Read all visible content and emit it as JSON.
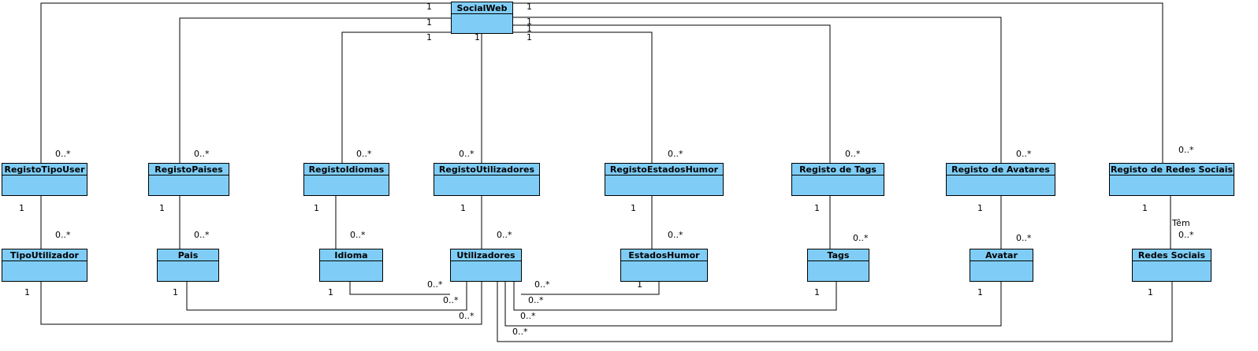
{
  "diagram": {
    "type": "uml-class-diagram",
    "colors": {
      "class_fill": "#7fcdf6",
      "line": "#000000",
      "background": "#ffffff"
    },
    "classes": {
      "socialweb": "SocialWeb",
      "registo_tipo_user": "RegistoTipoUser",
      "registo_paises": "RegistoPaises",
      "registo_idiomas": "RegistoIdiomas",
      "registo_utilizadores": "RegistoUtilizadores",
      "registo_estados_humor": "RegistoEstadosHumor",
      "registo_tags": "Registo de Tags",
      "registo_avatares": "Registo de Avatares",
      "registo_redes_sociais": "Registo de Redes Sociais",
      "tipo_utilizador": "TipoUtilizador",
      "pais": "Pais",
      "idioma": "Idioma",
      "utilizadores": "Utilizadores",
      "estados_humor": "EstadosHumor",
      "tags": "Tags",
      "avatar": "Avatar",
      "redes_sociais": "Redes Sociais"
    },
    "associations": [
      {
        "from": "socialweb",
        "to": "registo_tipo_user",
        "from_mult": "1",
        "to_mult": "0..*"
      },
      {
        "from": "socialweb",
        "to": "registo_paises",
        "from_mult": "1",
        "to_mult": "0..*"
      },
      {
        "from": "socialweb",
        "to": "registo_idiomas",
        "from_mult": "1",
        "to_mult": "0..*"
      },
      {
        "from": "socialweb",
        "to": "registo_utilizadores",
        "from_mult": "1",
        "to_mult": "0..*"
      },
      {
        "from": "socialweb",
        "to": "registo_estados_humor",
        "from_mult": "1",
        "to_mult": "0..*"
      },
      {
        "from": "socialweb",
        "to": "registo_tags",
        "from_mult": "1",
        "to_mult": "0..*"
      },
      {
        "from": "socialweb",
        "to": "registo_avatares",
        "from_mult": "1",
        "to_mult": "0..*"
      },
      {
        "from": "socialweb",
        "to": "registo_redes_sociais",
        "from_mult": "1",
        "to_mult": "0..*"
      },
      {
        "from": "registo_tipo_user",
        "to": "tipo_utilizador",
        "from_mult": "1",
        "to_mult": "0..*"
      },
      {
        "from": "registo_paises",
        "to": "pais",
        "from_mult": "1",
        "to_mult": "0..*"
      },
      {
        "from": "registo_idiomas",
        "to": "idioma",
        "from_mult": "1",
        "to_mult": "0..*"
      },
      {
        "from": "registo_utilizadores",
        "to": "utilizadores",
        "from_mult": "1",
        "to_mult": "0..*"
      },
      {
        "from": "registo_estados_humor",
        "to": "estados_humor",
        "from_mult": "1",
        "to_mult": "0..*"
      },
      {
        "from": "registo_tags",
        "to": "tags",
        "from_mult": "1",
        "to_mult": "0..*"
      },
      {
        "from": "registo_avatares",
        "to": "avatar",
        "from_mult": "1",
        "to_mult": "0..*"
      },
      {
        "from": "registo_redes_sociais",
        "to": "redes_sociais",
        "from_mult": "1",
        "to_mult": "0..*",
        "label": "Têm"
      },
      {
        "from": "idioma",
        "to": "utilizadores",
        "from_mult": "1",
        "to_mult": "0..*"
      },
      {
        "from": "pais",
        "to": "utilizadores",
        "from_mult": "1",
        "to_mult": "0..*"
      },
      {
        "from": "tipo_utilizador",
        "to": "utilizadores",
        "from_mult": "1",
        "to_mult": "0..*"
      },
      {
        "from": "estados_humor",
        "to": "utilizadores",
        "from_mult": "1",
        "to_mult": "0..*"
      },
      {
        "from": "tags",
        "to": "utilizadores",
        "from_mult": "1",
        "to_mult": "0..*"
      },
      {
        "from": "avatar",
        "to": "utilizadores",
        "from_mult": "1",
        "to_mult": "0..*"
      },
      {
        "from": "redes_sociais",
        "to": "utilizadores",
        "from_mult": "1",
        "to_mult": "0..*"
      }
    ]
  }
}
